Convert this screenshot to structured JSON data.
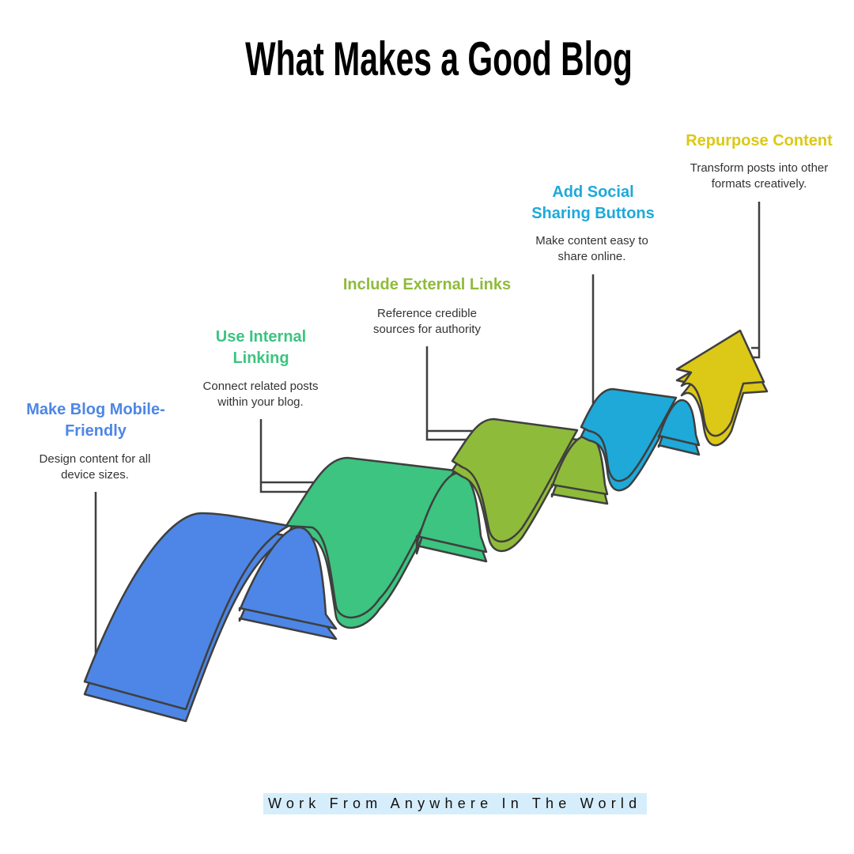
{
  "title": "What Makes a Good Blog",
  "steps": [
    {
      "title": "Make Blog Mobile-Friendly",
      "description": "Design content for all device sizes.",
      "color": "#4D86E6"
    },
    {
      "title": "Use Internal Linking",
      "description": "Connect related posts within your blog.",
      "color": "#3CC480"
    },
    {
      "title": "Include External Links",
      "description": "Reference credible sources for authority",
      "color": "#8FBB3A"
    },
    {
      "title": "Add Social Sharing Buttons",
      "description": "Make content easy to share online.",
      "color": "#1EA9D9"
    },
    {
      "title": "Repurpose Content",
      "description": "Transform posts into other formats creatively.",
      "color": "#DCC816"
    }
  ],
  "footer": "Work From Anywhere In The World"
}
